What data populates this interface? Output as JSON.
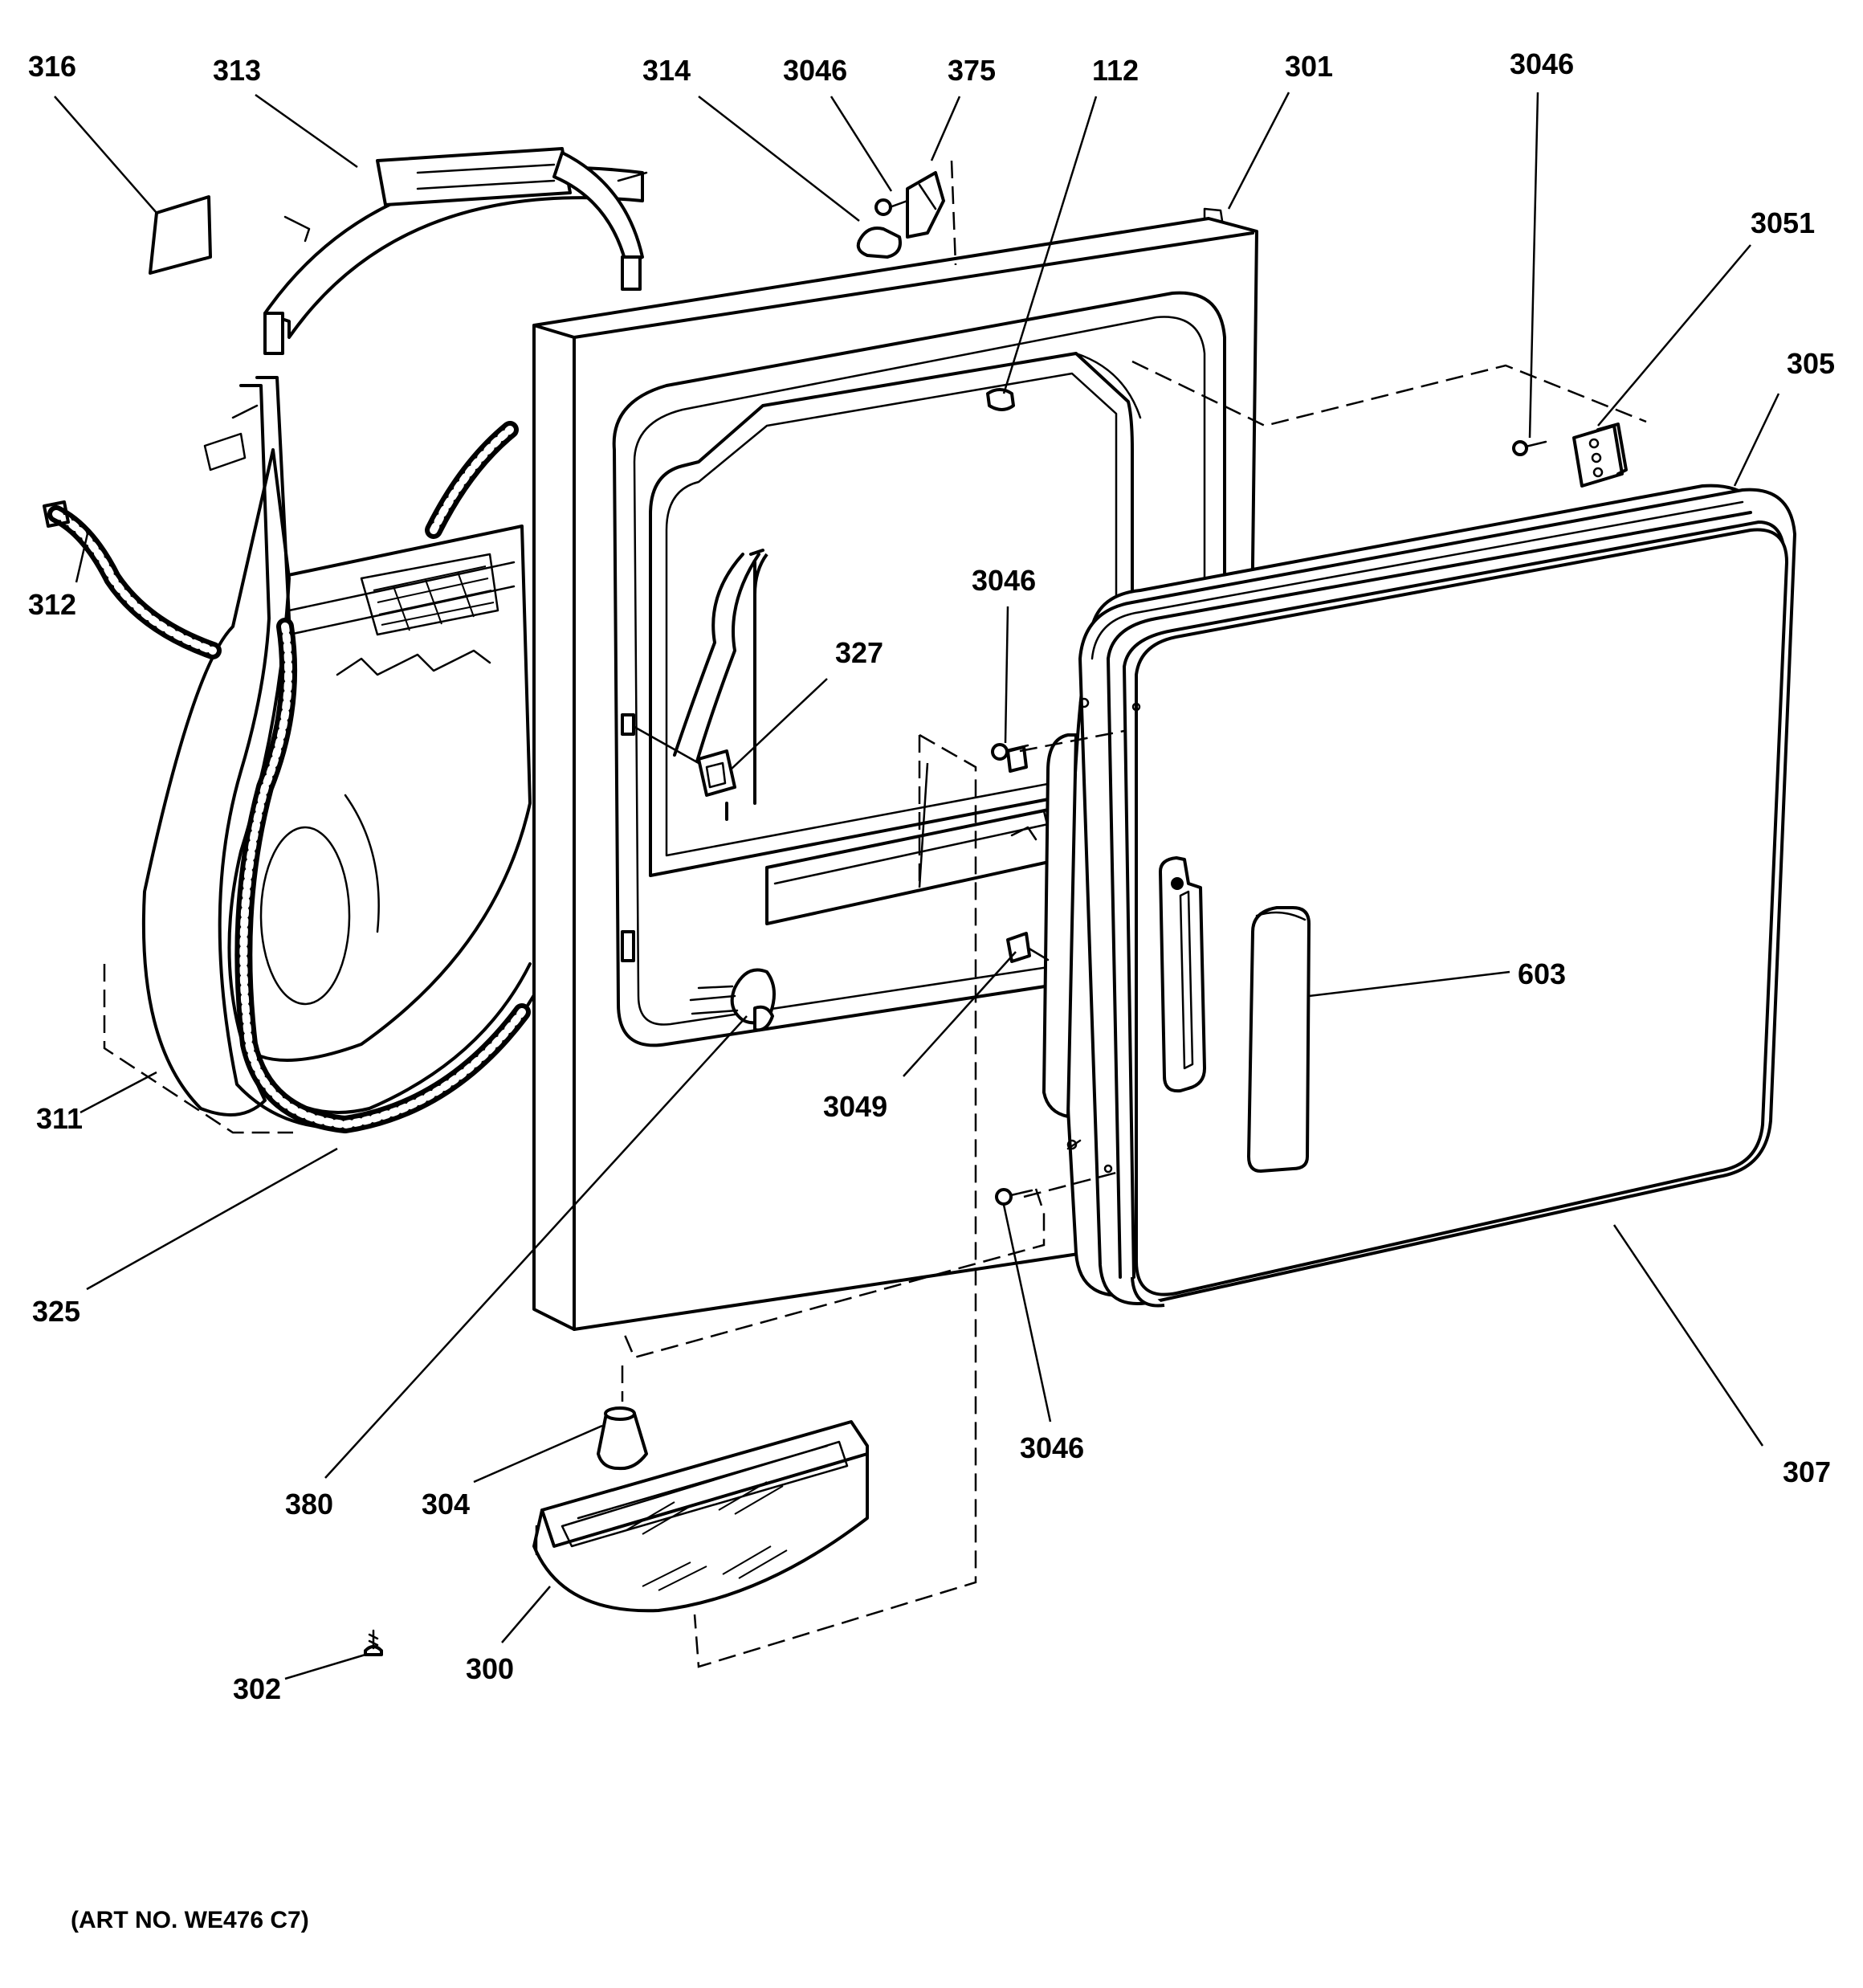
{
  "diagram": {
    "callouts": [
      {
        "id": "316",
        "label": "316"
      },
      {
        "id": "313",
        "label": "313"
      },
      {
        "id": "314",
        "label": "314"
      },
      {
        "id": "3046a",
        "label": "3046"
      },
      {
        "id": "375",
        "label": "375"
      },
      {
        "id": "112",
        "label": "112"
      },
      {
        "id": "301",
        "label": "301"
      },
      {
        "id": "3046b",
        "label": "3046"
      },
      {
        "id": "3051",
        "label": "3051"
      },
      {
        "id": "305",
        "label": "305"
      },
      {
        "id": "312",
        "label": "312"
      },
      {
        "id": "3046c",
        "label": "3046"
      },
      {
        "id": "327",
        "label": "327"
      },
      {
        "id": "603",
        "label": "603"
      },
      {
        "id": "3049",
        "label": "3049"
      },
      {
        "id": "311",
        "label": "311"
      },
      {
        "id": "325",
        "label": "325"
      },
      {
        "id": "3046d",
        "label": "3046"
      },
      {
        "id": "307",
        "label": "307"
      },
      {
        "id": "380",
        "label": "380"
      },
      {
        "id": "304",
        "label": "304"
      },
      {
        "id": "302",
        "label": "302"
      },
      {
        "id": "300",
        "label": "300"
      }
    ],
    "art_number": "(ART NO. WE476 C7)"
  }
}
